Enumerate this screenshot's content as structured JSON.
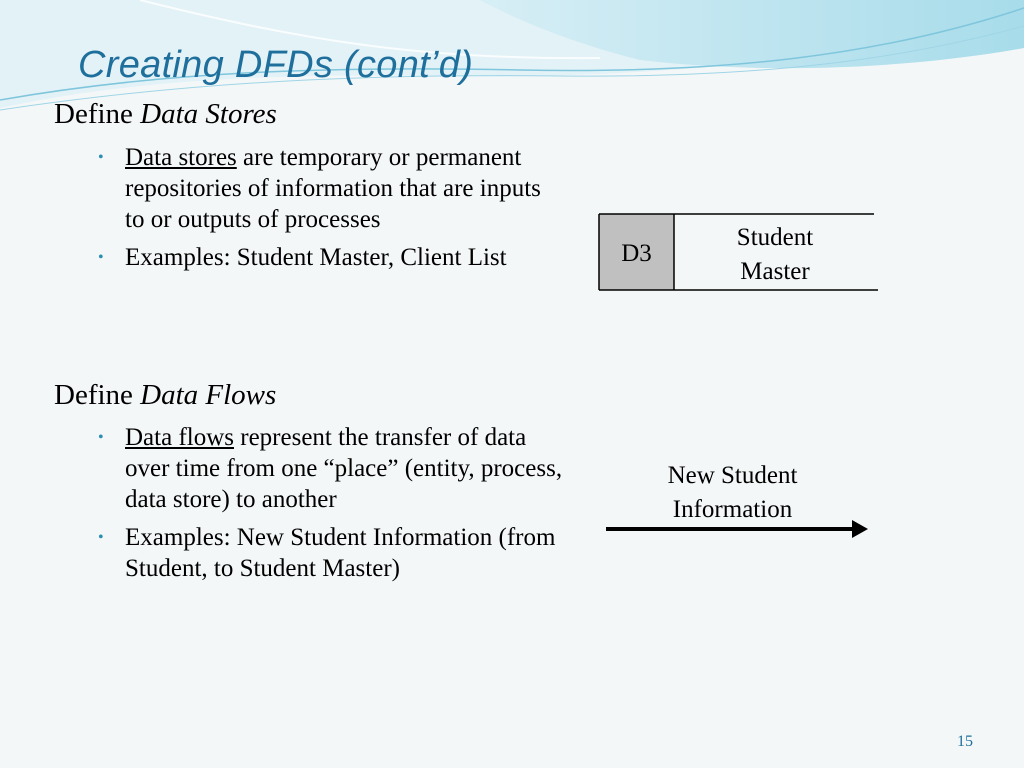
{
  "slide": {
    "title": "Creating DFDs (cont’d)",
    "page_number": "15"
  },
  "sections": [
    {
      "heading_prefix": "Define ",
      "heading_emphasis": "Data Stores",
      "bullets": [
        {
          "term": "Data stores",
          "text": " are temporary or permanent repositories of information that are inputs to or outputs of processes"
        },
        {
          "term": "",
          "text": "Examples: Student Master, Client List"
        }
      ]
    },
    {
      "heading_prefix": "Define ",
      "heading_emphasis": "Data Flows",
      "bullets": [
        {
          "term": "Data flows",
          "text": " represent the transfer of data over time from one “place” (entity, process, data store) to another"
        },
        {
          "term": "",
          "text": "Examples: New Student Information (from Student, to Student Master)"
        }
      ]
    }
  ],
  "data_store": {
    "id": "D3",
    "name_line1": "Student",
    "name_line2": "Master",
    "id_fill": "#c0c0c0"
  },
  "data_flow": {
    "label_line1": "New Student",
    "label_line2": "Information"
  },
  "bullet_icon": "small-dot",
  "colors": {
    "title": "#1f6f9c",
    "bullet": "#2a8fb3",
    "wave_light": "#a8dcea"
  }
}
